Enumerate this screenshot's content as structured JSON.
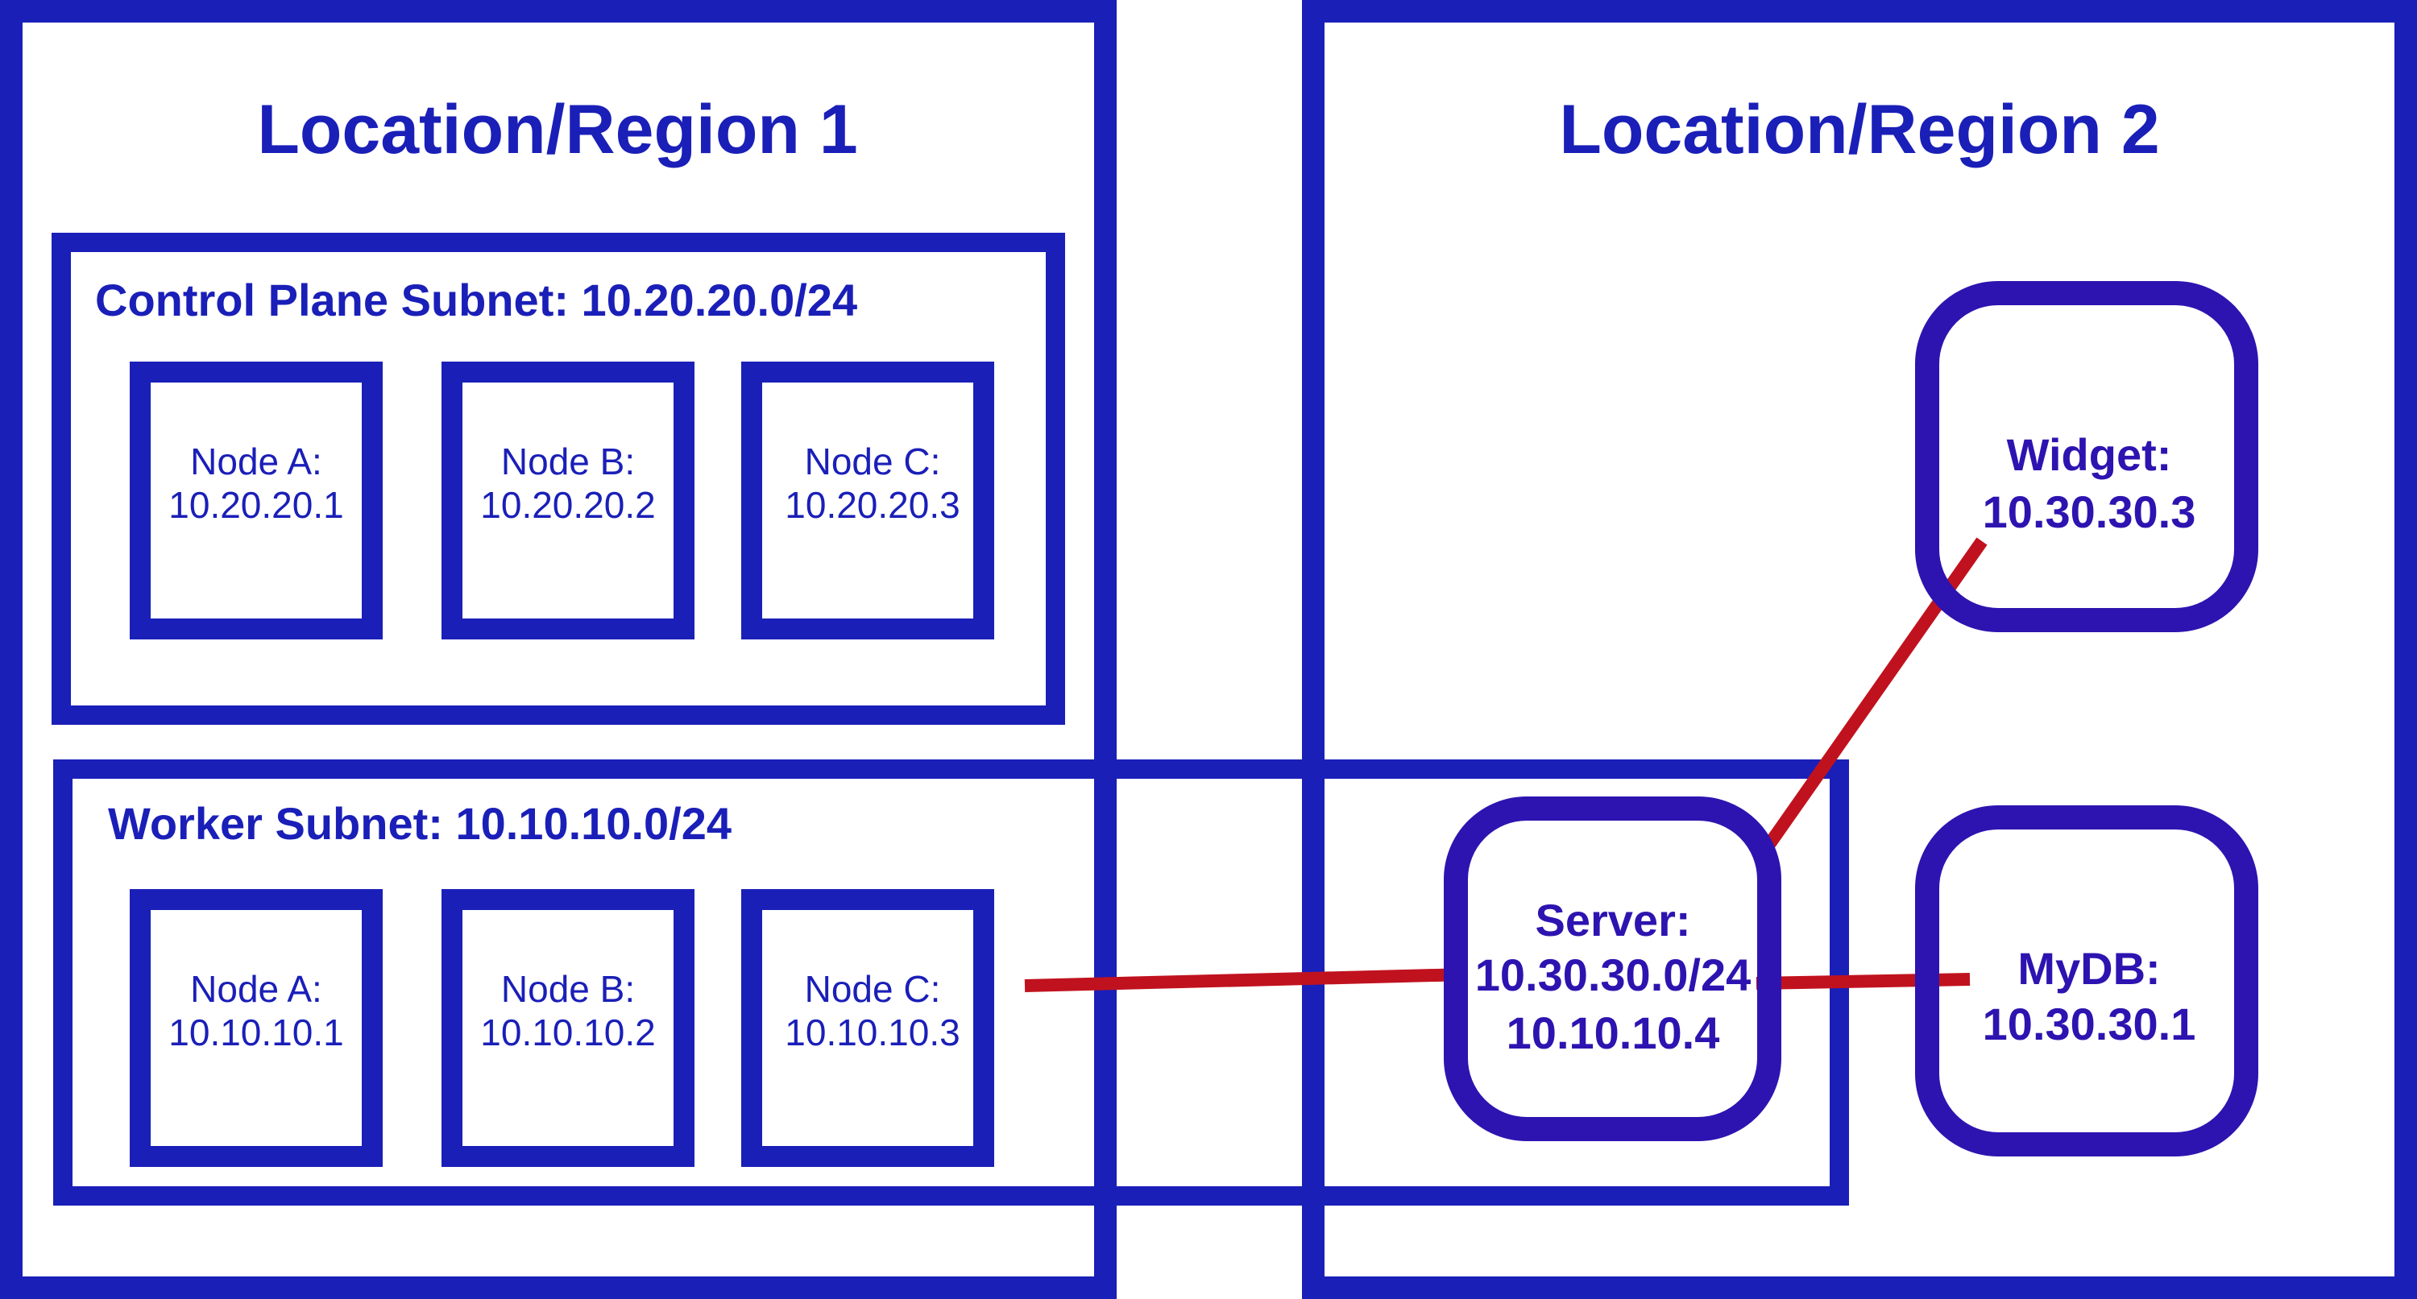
{
  "colors": {
    "box_stroke": "#1a1fb8",
    "rounded_stroke": "#2d14b0",
    "text": "#1a1fb8",
    "link": "#c0121e",
    "background": "#ffffff"
  },
  "regions": [
    {
      "title": "Location/Region 1"
    },
    {
      "title": "Location/Region 2"
    }
  ],
  "subnets": {
    "control_plane": {
      "label": "Control Plane Subnet: 10.20.20.0/24",
      "nodes": [
        {
          "name": "Node A:",
          "ip": "10.20.20.1"
        },
        {
          "name": "Node B:",
          "ip": "10.20.20.2"
        },
        {
          "name": "Node C:",
          "ip": "10.20.20.3"
        }
      ]
    },
    "worker": {
      "label": "Worker Subnet: 10.10.10.0/24",
      "nodes": [
        {
          "name": "Node A:",
          "ip": "10.10.10.1"
        },
        {
          "name": "Node B:",
          "ip": "10.10.10.2"
        },
        {
          "name": "Node C:",
          "ip": "10.10.10.3"
        }
      ]
    }
  },
  "hosts": {
    "server": {
      "name": "Server:",
      "line1": "10.30.30.0/24",
      "line2": "10.10.10.4"
    },
    "widget": {
      "name": "Widget:",
      "line1": "10.30.30.3"
    },
    "mydb": {
      "name": "MyDB:",
      "line1": "10.30.30.1"
    }
  },
  "links": [
    {
      "from": "worker-node-c",
      "to": "server"
    },
    {
      "from": "server",
      "to": "mydb"
    },
    {
      "from": "server",
      "to": "widget"
    }
  ]
}
